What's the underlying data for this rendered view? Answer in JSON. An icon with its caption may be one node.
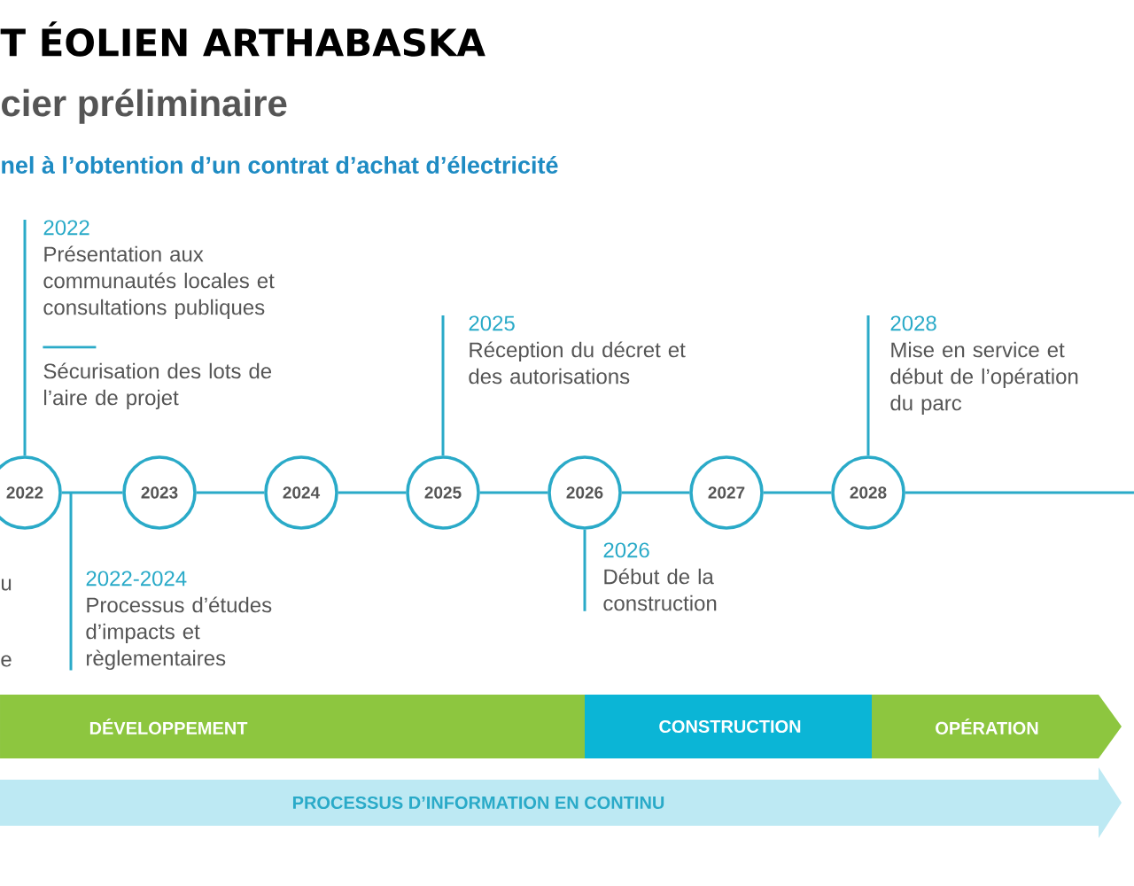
{
  "diagram": {
    "title": "T ÉOLIEN ARTHABASKA",
    "nodes": [
      {
        "text": [
          "2022"
        ]
      },
      {
        "text": [
          "2023"
        ]
      },
      {
        "text": [
          "2024"
        ]
      },
      {
        "text": [
          "2025"
        ]
      },
      {
        "text": [
          "2026"
        ]
      },
      {
        "text": [
          "2027"
        ]
      },
      {
        "text": [
          "2028"
        ]
      },
      {
        "text": [
          "2022",
          "Présentation aux communautés locales et consultations publiques",
          "Sécurisation des lots de l’aire de projet"
        ]
      },
      {
        "text": [
          "2022-2024",
          "Processus d’études d’impacts et règlementaires"
        ]
      },
      {
        "text": [
          "2025",
          "Réception du décret et des autorisations"
        ]
      },
      {
        "text": [
          "2026",
          "Début de la construction"
        ]
      },
      {
        "text": [
          "2028",
          "Mise en service et début de l’opération du parc"
        ]
      },
      {
        "text": [
          "DÉVELOPPEMENT"
        ]
      },
      {
        "text": [
          "CONSTRUCTION"
        ]
      },
      {
        "text": [
          "OPÉRATION"
        ]
      },
      {
        "text": [
          "PROCESSUS D’INFORMATION EN CONTINU"
        ]
      }
    ],
    "edges": [
      {
        "from": 0,
        "to": 1,
        "arrow": "none"
      },
      {
        "from": 1,
        "to": 2,
        "arrow": "none"
      },
      {
        "from": 2,
        "to": 3,
        "arrow": "none"
      },
      {
        "from": 3,
        "to": 4,
        "arrow": "none"
      },
      {
        "from": 4,
        "to": 5,
        "arrow": "none"
      },
      {
        "from": 5,
        "to": 6,
        "arrow": "none"
      },
      {
        "from": 6,
        "to": null,
        "arrow": "none"
      },
      {
        "from": 7,
        "to": 0,
        "arrow": "none"
      },
      {
        "from": 8,
        "to": 0,
        "arrow": "none"
      },
      {
        "from": 9,
        "to": 3,
        "arrow": "none"
      },
      {
        "from": 4,
        "to": 10,
        "arrow": "none"
      },
      {
        "from": 11,
        "to": 6,
        "arrow": "none"
      }
    ],
    "labels": [
      "cier préliminaire",
      "nel à l’obtention d’un contrat d’achat d’électricité",
      "u",
      "e"
    ]
  }
}
